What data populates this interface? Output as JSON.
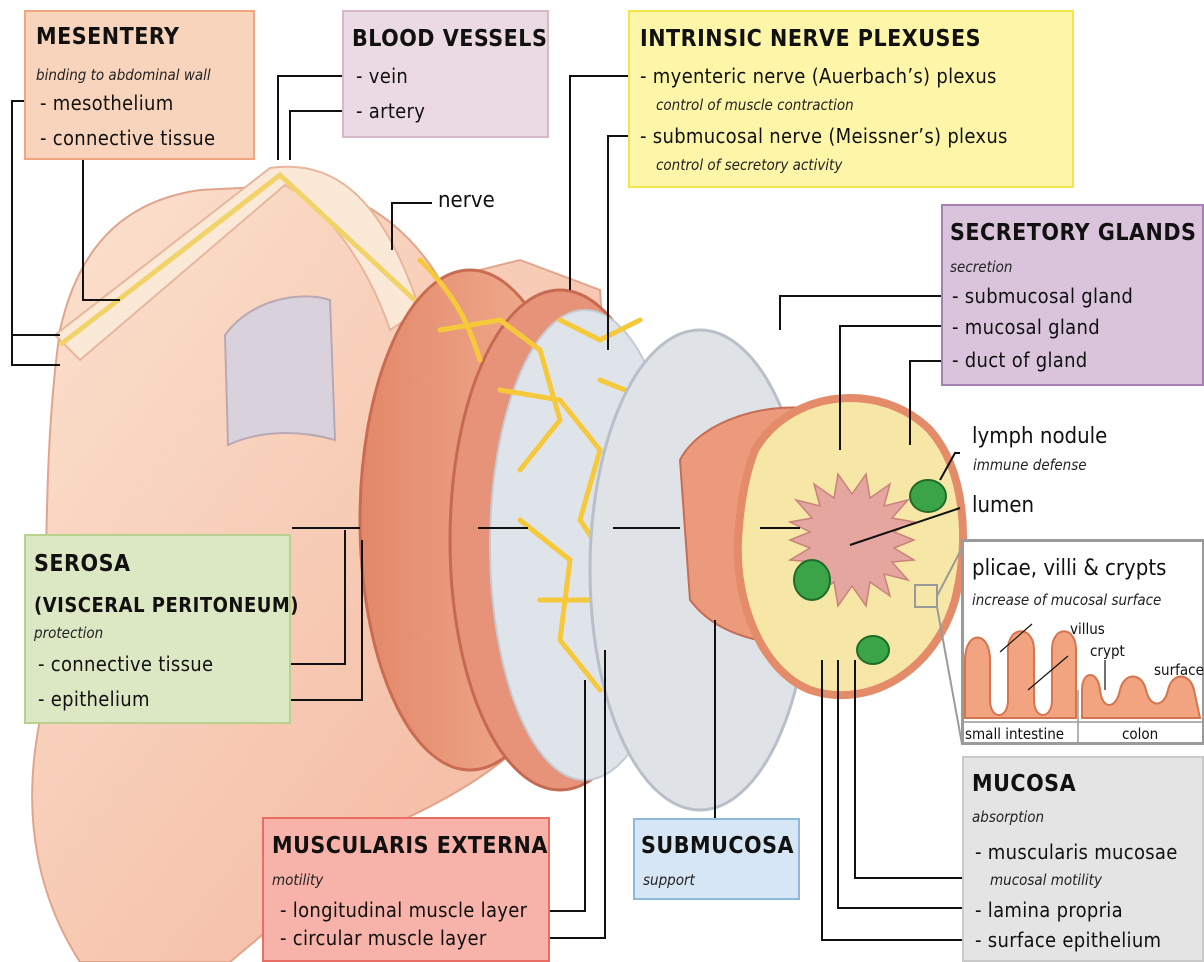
{
  "mesentery": {
    "title": "MESENTERY",
    "subtitle": "binding to abdominal wall",
    "items": [
      "- mesothelium",
      "- connective tissue"
    ]
  },
  "blood_vessels": {
    "title": "BLOOD VESSELS",
    "items": [
      "- vein",
      "- artery"
    ]
  },
  "nerve_plexuses": {
    "title": "INTRINSIC NERVE PLEXUSES",
    "items": [
      {
        "label": "- myenteric nerve (Auerbach’s) plexus",
        "note": "control of muscle contraction"
      },
      {
        "label": "- submucosal nerve (Meissner’s) plexus",
        "note": "control  of secretory activity"
      }
    ]
  },
  "nerve": {
    "label": "nerve"
  },
  "glands": {
    "title": "SECRETORY GLANDS",
    "subtitle": "secretion",
    "items": [
      "- submucosal gland",
      "- mucosal gland",
      "- duct of gland"
    ]
  },
  "lymph": {
    "label": "lymph nodule",
    "note": "immune defense"
  },
  "lumen": {
    "label": "lumen"
  },
  "plicae": {
    "title": "plicae, villi & crypts",
    "subtitle": "increase of mucosal surface",
    "villus": "villus",
    "crypt": "crypt",
    "surface": "surface",
    "small_intestine": "small intestine",
    "colon": "colon"
  },
  "serosa": {
    "title1": "SEROSA",
    "title2": "(VISCERAL PERITONEUM)",
    "subtitle": "protection",
    "items": [
      "- connective tissue",
      "- epithelium"
    ]
  },
  "muscularis": {
    "title": "MUSCULARIS EXTERNA",
    "subtitle": "motility",
    "items": [
      "- longitudinal muscle layer",
      "- circular muscle layer"
    ]
  },
  "submucosa": {
    "title": "SUBMUCOSA",
    "subtitle": "support"
  },
  "mucosa": {
    "title": "MUCOSA",
    "subtitle": "absorption",
    "items": [
      {
        "label": "- muscularis mucosae",
        "note": "mucosal motility"
      },
      {
        "label": "- lamina propria"
      },
      {
        "label": "- surface epithelium"
      }
    ]
  },
  "colors": {
    "mesentery": "#f7d3bb",
    "blood_vessels": "#ead7e0",
    "nerve_plexuses": "#fdf6a8",
    "glands": "#d9c4dc",
    "serosa": "#dce8c3",
    "muscularis": "#f7b3a9",
    "submucosa": "#d7e6f5",
    "mucosa": "#e4e4e4"
  }
}
